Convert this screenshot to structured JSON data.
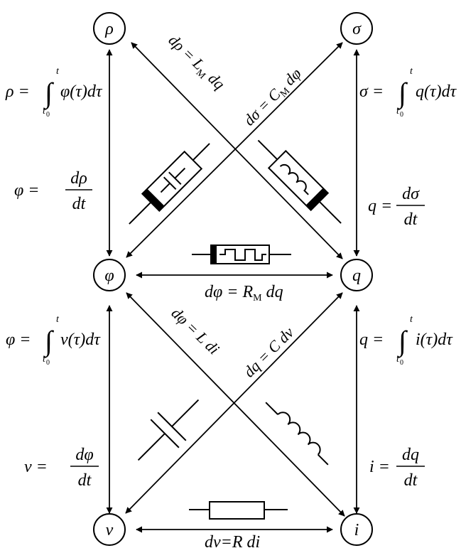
{
  "nodes": {
    "rho": "ρ",
    "sigma": "σ",
    "phi": "φ",
    "q": "q",
    "v": "v",
    "i": "i"
  },
  "formulas": {
    "rho_integral": {
      "lhs": "ρ =",
      "upper": "t",
      "lower": "t",
      "lower_sub": "0",
      "body": "φ(τ)dτ"
    },
    "phi_derivative": {
      "lhs": "φ =",
      "num": "dρ",
      "den": "dt"
    },
    "sigma_integral": {
      "lhs": "σ =",
      "upper": "t",
      "lower": "t",
      "lower_sub": "0",
      "body": "q(τ)dτ"
    },
    "q_derivative": {
      "lhs": "q =",
      "num": "dσ",
      "den": "dt"
    },
    "phi_integral": {
      "lhs": "φ =",
      "upper": "t",
      "lower": "t",
      "lower_sub": "0",
      "body": "v(τ)dτ"
    },
    "v_derivative": {
      "lhs": "v =",
      "num": "dφ",
      "den": "dt"
    },
    "q_integral": {
      "lhs": "q =",
      "upper": "t",
      "lower": "t",
      "lower_sub": "0",
      "body": "i(τ)dτ"
    },
    "i_derivative": {
      "lhs": "i =",
      "num": "dq",
      "den": "dt"
    },
    "memristance": {
      "lhs": "dφ = R",
      "sub": "M",
      "rhs": " dq"
    },
    "resistance": {
      "lhs": "dv=R di"
    },
    "meminductance": {
      "lhs": "dρ = L",
      "sub": "M",
      "rhs": " dq"
    },
    "memcapacitance": {
      "lhs": "dσ = C",
      "sub": "M",
      "rhs": " dφ"
    },
    "inductance": {
      "lhs": "dφ = L di"
    },
    "capacitance": {
      "lhs": "dq = C dv"
    }
  }
}
